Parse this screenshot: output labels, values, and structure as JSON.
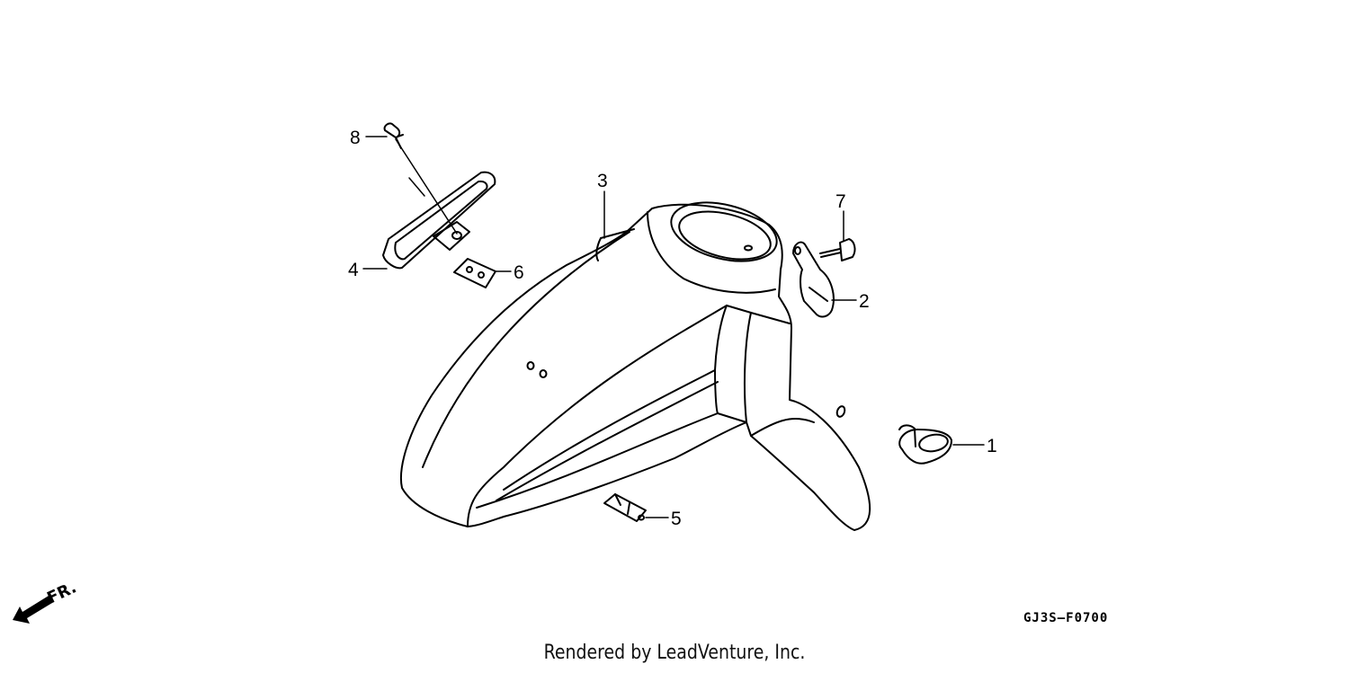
{
  "diagram": {
    "callouts": {
      "part_1": "1",
      "part_2": "2",
      "part_3": "3",
      "part_4": "4",
      "part_5": "5",
      "part_6": "6",
      "part_7": "7",
      "part_8": "8"
    },
    "direction_label": "FR.",
    "figure_code": "GJ3S–F0700"
  },
  "footer": {
    "text": "Rendered by LeadVenture, Inc."
  }
}
